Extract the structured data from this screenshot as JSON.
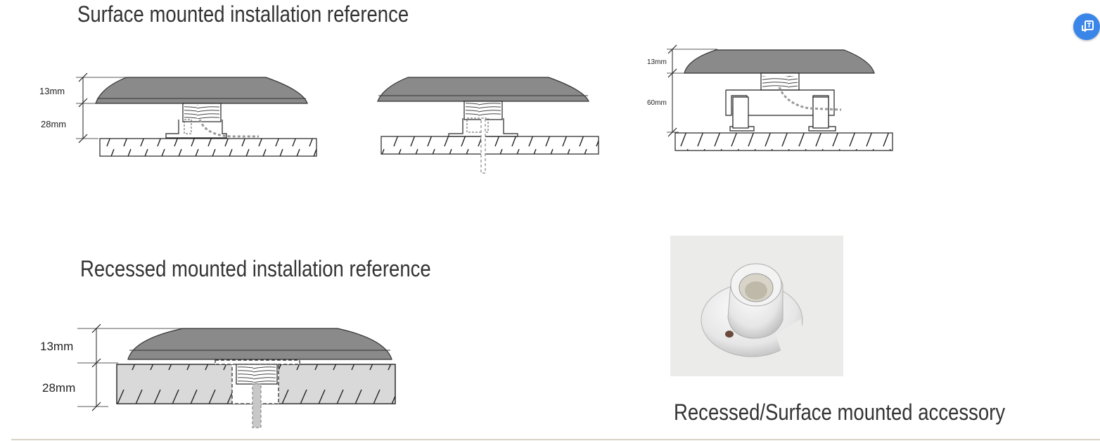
{
  "sections": {
    "surface_title": "Surface mounted installation reference",
    "recessed_title": "Recessed mounted installation reference",
    "accessory_title": "Recessed/Surface mounted accessory"
  },
  "dimensions": {
    "d1_top": "13mm",
    "d1_bottom": "28mm",
    "d3_top": "13mm",
    "d3_bottom": "60mm",
    "d4_top": "13mm",
    "d4_bottom": "28mm"
  },
  "icons": {
    "fab": "translate-icon",
    "photo": "mounting-accessory-photo"
  },
  "colors": {
    "lamp_fill": "#8a8a8a",
    "surface_fill": "#d9d9d9",
    "accent": "#3a86e8"
  }
}
